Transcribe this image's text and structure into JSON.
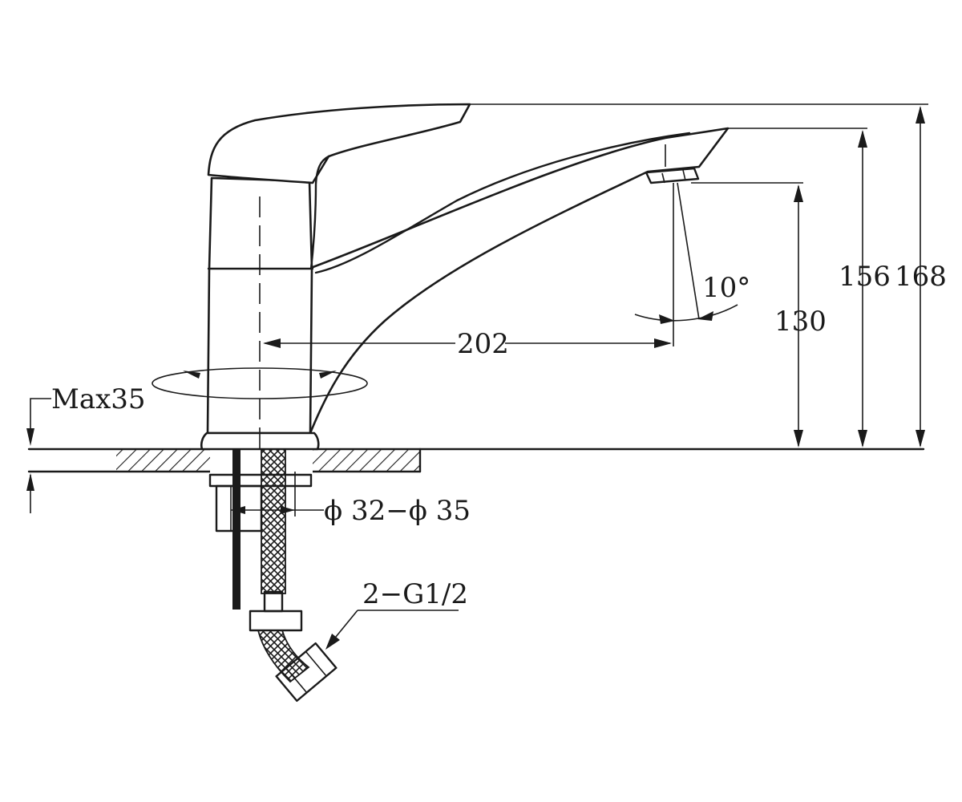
{
  "dimensions": {
    "max_thickness": "Max35",
    "hole_diameter": "ϕ 32−ϕ 35",
    "thread": "2−G1/2",
    "spout_reach": "202",
    "swivel_angle": "10°",
    "aerator_height": "130",
    "spout_height": "156",
    "total_height": "168"
  }
}
